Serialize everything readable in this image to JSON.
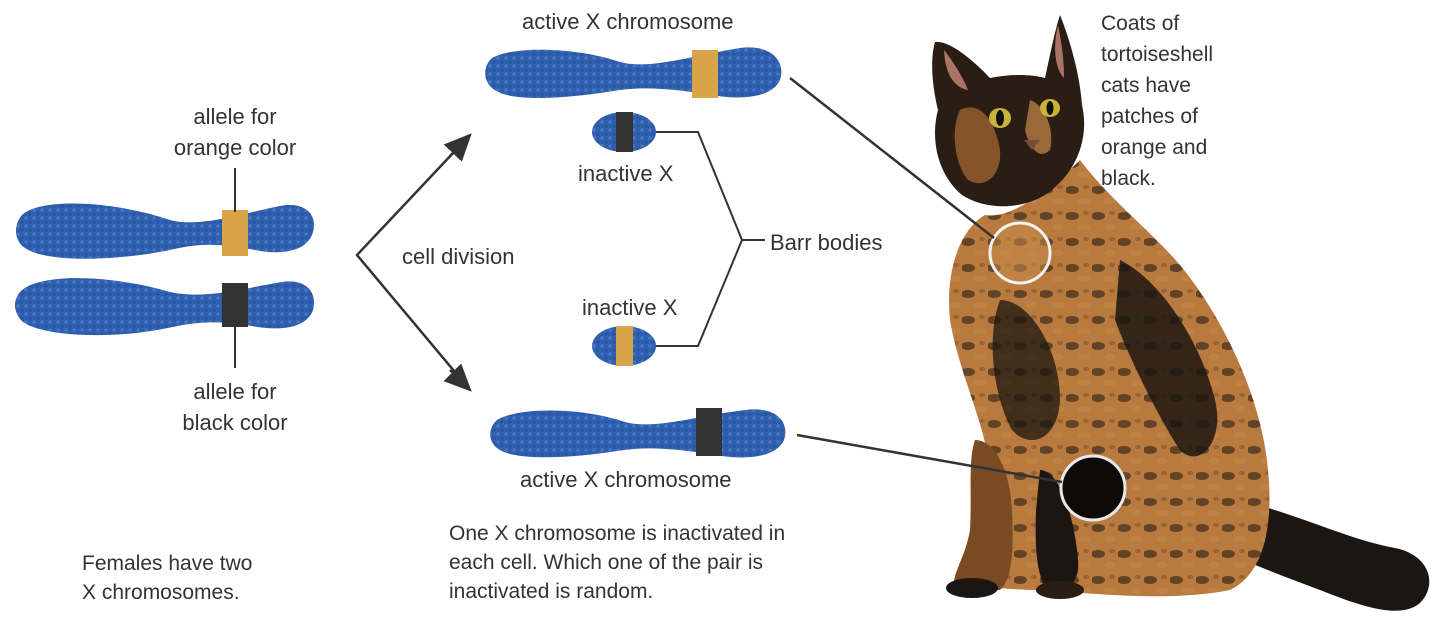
{
  "labels": {
    "allele_orange": [
      "allele for",
      "orange color"
    ],
    "allele_black": [
      "allele for",
      "black color"
    ],
    "cell_division": "cell division",
    "active_x_top": "active X chromosome",
    "inactive_x_top": "inactive X",
    "barr_bodies": "Barr bodies",
    "inactive_x_bottom": "inactive X",
    "active_x_bottom": "active X chromosome",
    "females_caption": [
      "Females have two",
      "X chromosomes."
    ],
    "inactivation_caption": [
      "One X chromosome is inactivated in",
      "each cell. Which one of the pair is",
      "inactivated is random."
    ],
    "cat_caption": [
      "Coats of",
      "tortoiseshell",
      "cats have",
      "patches of",
      "orange and",
      "black."
    ]
  },
  "colors": {
    "chromosome_blue": "#2f5fae",
    "chromosome_highlight": "#4f83cf",
    "orange_allele": "#d9a349",
    "black_allele": "#333333",
    "arrow": "#333333",
    "cat_orange": "#b87a3e",
    "cat_black": "#1c1612"
  },
  "icons": {
    "cat": "tortoiseshell-cat-illustration",
    "orange_patch": "orange-patch-circle",
    "black_patch": "black-patch-circle"
  }
}
